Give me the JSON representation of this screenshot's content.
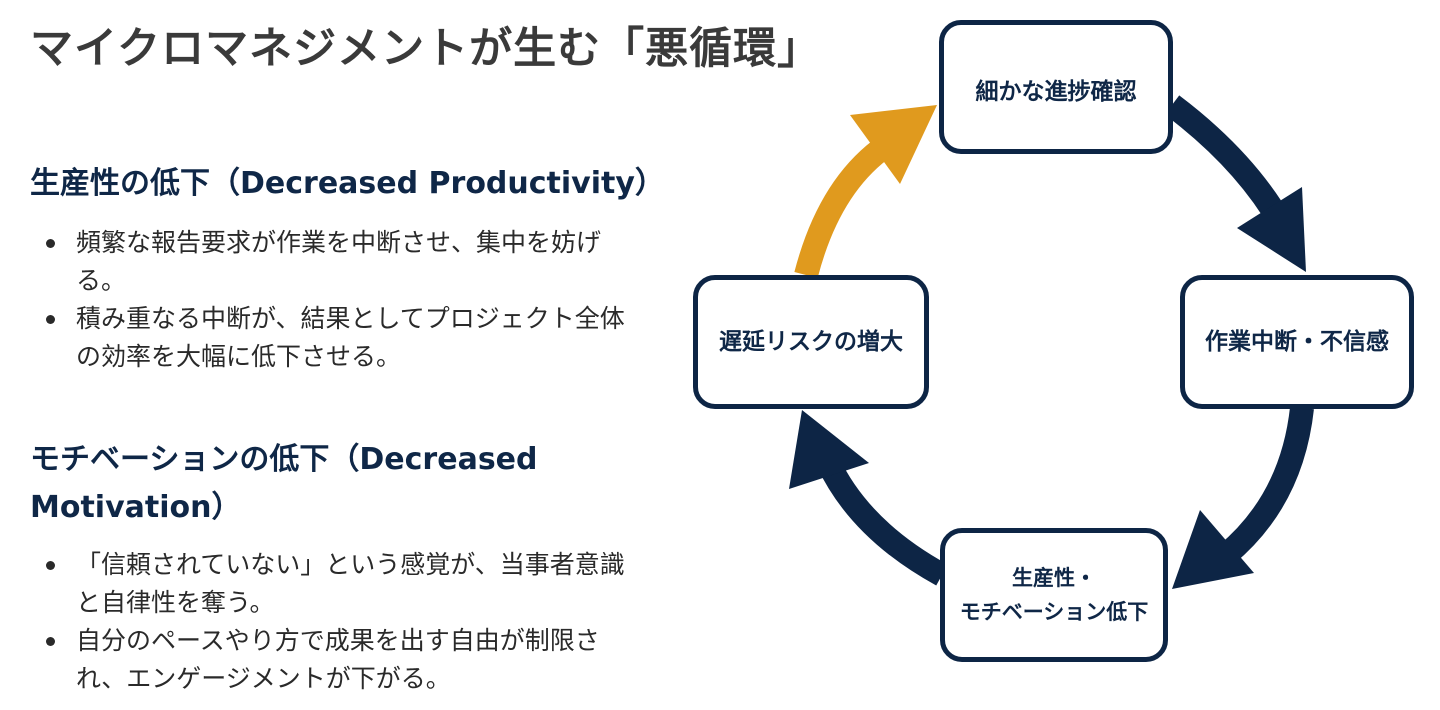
{
  "title": "マイクロマネジメントが生む「悪循環」",
  "sections": [
    {
      "heading": "生産性の低下（Decreased Productivity）",
      "bullets": [
        "頻繁な報告要求が作業を中断させ、集中を妨げる。",
        "積み重なる中断が、結果としてプロジェクト全体の効率を大幅に低下させる。"
      ]
    },
    {
      "heading": "モチベーションの低下（Decreased Motivation）",
      "bullets": [
        "「信頼されていない」という感覚が、当事者意識と自律性を奪う。",
        "自分のペースやり方で成果を出す自由が制限され、エンゲージメントが下がる。"
      ]
    }
  ],
  "cycle": {
    "nodes": [
      {
        "label": "細かな進捗確認"
      },
      {
        "label": "作業中断・不信感"
      },
      {
        "label_line1": "生産性・",
        "label_line2": "モチベーション低下"
      },
      {
        "label": "遅延リスクの増大"
      }
    ],
    "colors": {
      "primary": "#0d2545",
      "highlight": "#e09a1e",
      "title": "#3a3a3a"
    }
  }
}
